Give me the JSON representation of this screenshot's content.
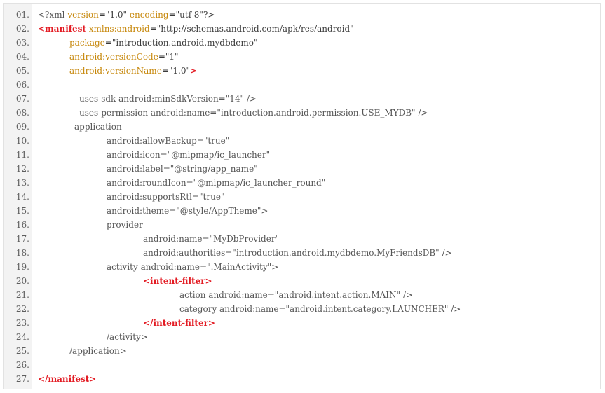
{
  "code": {
    "lines": [
      {
        "num": "01.",
        "indent": 0,
        "segments": [
          {
            "t": "<?xml ",
            "c": "plain"
          },
          {
            "t": "version",
            "c": "attr"
          },
          {
            "t": "=\"1.0\" ",
            "c": "val"
          },
          {
            "t": "encoding",
            "c": "attr"
          },
          {
            "t": "=\"utf-8\"?>",
            "c": "val"
          }
        ]
      },
      {
        "num": "02.",
        "indent": 0,
        "segments": [
          {
            "t": "<manifest",
            "c": "tag"
          },
          {
            "t": " xmlns:android",
            "c": "attr"
          },
          {
            "t": "=\"http://schemas.android.com/apk/res/android\"",
            "c": "val"
          }
        ]
      },
      {
        "num": "03.",
        "indent": 45,
        "segments": [
          {
            "t": "package",
            "c": "attr"
          },
          {
            "t": "=\"introduction.android.mydbdemo\"",
            "c": "val"
          }
        ]
      },
      {
        "num": "04.",
        "indent": 45,
        "segments": [
          {
            "t": "android:versionCode",
            "c": "attr"
          },
          {
            "t": "=\"1\"",
            "c": "val"
          }
        ]
      },
      {
        "num": "05.",
        "indent": 45,
        "segments": [
          {
            "t": "android:versionName",
            "c": "attr"
          },
          {
            "t": "=\"1.0\"",
            "c": "val"
          },
          {
            "t": ">",
            "c": "tag"
          }
        ]
      },
      {
        "num": "06.",
        "indent": 0,
        "segments": []
      },
      {
        "num": "07.",
        "indent": 59,
        "segments": [
          {
            "t": "uses-sdk android:minSdkVersion=\"14\" />",
            "c": "plain"
          }
        ]
      },
      {
        "num": "08.",
        "indent": 59,
        "segments": [
          {
            "t": "uses-permission android:name=\"introduction.android.permission.USE_MYDB\" />",
            "c": "plain"
          }
        ]
      },
      {
        "num": "09.",
        "indent": 52,
        "segments": [
          {
            "t": "application",
            "c": "plain"
          }
        ]
      },
      {
        "num": "10.",
        "indent": 98,
        "segments": [
          {
            "t": "android:allowBackup=\"true\"",
            "c": "plain"
          }
        ]
      },
      {
        "num": "11.",
        "indent": 98,
        "segments": [
          {
            "t": "android:icon=\"@mipmap/ic_launcher\"",
            "c": "plain"
          }
        ]
      },
      {
        "num": "12.",
        "indent": 98,
        "segments": [
          {
            "t": "android:label=\"@string/app_name\"",
            "c": "plain"
          }
        ]
      },
      {
        "num": "13.",
        "indent": 98,
        "segments": [
          {
            "t": "android:roundIcon=\"@mipmap/ic_launcher_round\"",
            "c": "plain"
          }
        ]
      },
      {
        "num": "14.",
        "indent": 98,
        "segments": [
          {
            "t": "android:supportsRtl=\"true\"",
            "c": "plain"
          }
        ]
      },
      {
        "num": "15.",
        "indent": 98,
        "segments": [
          {
            "t": "android:theme=\"@style/AppTheme\">",
            "c": "plain"
          }
        ]
      },
      {
        "num": "16.",
        "indent": 98,
        "segments": [
          {
            "t": "provider",
            "c": "plain"
          }
        ]
      },
      {
        "num": "17.",
        "indent": 150,
        "segments": [
          {
            "t": "android:name=\"MyDbProvider\"",
            "c": "plain"
          }
        ]
      },
      {
        "num": "18.",
        "indent": 150,
        "segments": [
          {
            "t": "android:authorities=\"introduction.android.mydbdemo.MyFriendsDB\" />",
            "c": "plain"
          }
        ]
      },
      {
        "num": "19.",
        "indent": 98,
        "segments": [
          {
            "t": "activity android:name=\".MainActivity\">",
            "c": "plain"
          }
        ]
      },
      {
        "num": "20.",
        "indent": 150,
        "segments": [
          {
            "t": "<intent-filter>",
            "c": "tag"
          }
        ]
      },
      {
        "num": "21.",
        "indent": 202,
        "segments": [
          {
            "t": "action android:name=\"android.intent.action.MAIN\" />",
            "c": "plain"
          }
        ]
      },
      {
        "num": "22.",
        "indent": 202,
        "segments": [
          {
            "t": "category android:name=\"android.intent.category.LAUNCHER\" />",
            "c": "plain"
          }
        ]
      },
      {
        "num": "23.",
        "indent": 150,
        "segments": [
          {
            "t": "</intent-filter>",
            "c": "tag"
          }
        ]
      },
      {
        "num": "24.",
        "indent": 98,
        "segments": [
          {
            "t": "/activity>",
            "c": "plain"
          }
        ]
      },
      {
        "num": "25.",
        "indent": 45,
        "segments": [
          {
            "t": "/application>",
            "c": "plain"
          }
        ]
      },
      {
        "num": "26.",
        "indent": 0,
        "segments": []
      },
      {
        "num": "27.",
        "indent": 0,
        "segments": [
          {
            "t": "</manifest>",
            "c": "tag"
          }
        ]
      }
    ]
  }
}
